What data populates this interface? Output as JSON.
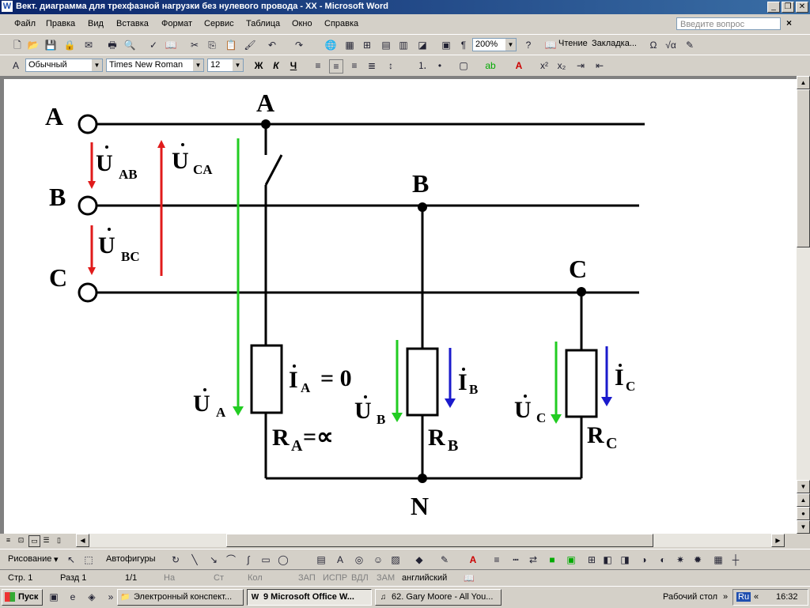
{
  "window": {
    "title": "Вект. диаграмма для трехфазной нагрузки без нулевого провода - XX - Microsoft Word"
  },
  "menu": [
    "Файл",
    "Правка",
    "Вид",
    "Вставка",
    "Формат",
    "Сервис",
    "Таблица",
    "Окно",
    "Справка"
  ],
  "ask_placeholder": "Введите вопрос",
  "standard_toolbar": {
    "zoom": "200%",
    "read_label": "Чтение",
    "bookmark_label": "Закладка..."
  },
  "format_toolbar": {
    "style": "Обычный",
    "font": "Times New Roman",
    "size": "12",
    "bold": "Ж",
    "italic": "К",
    "underline": "Ч"
  },
  "diagram": {
    "line_labels": [
      "A",
      "B",
      "C"
    ],
    "node_labels": [
      "A",
      "B",
      "C",
      "N"
    ],
    "voltages": {
      "ab": {
        "main": "U",
        "sub": "AB"
      },
      "bc": {
        "main": "U",
        "sub": "BC"
      },
      "ca": {
        "main": "U",
        "sub": "CA"
      },
      "a": {
        "main": "U",
        "sub": "A"
      },
      "b": {
        "main": "U",
        "sub": "B"
      },
      "c": {
        "main": "U",
        "sub": "C"
      }
    },
    "currents": {
      "a": {
        "main": "I",
        "sub": "A",
        "suffix": "= 0"
      },
      "b": {
        "main": "I",
        "sub": "B"
      },
      "c": {
        "main": "I",
        "sub": "C"
      }
    },
    "resistors": {
      "a": {
        "main": "R",
        "sub": "A",
        "suffix": "=∝"
      },
      "b": {
        "main": "R",
        "sub": "B"
      },
      "c": {
        "main": "R",
        "sub": "C"
      }
    }
  },
  "drawing_toolbar": {
    "draw_label": "Рисование",
    "autoshapes_label": "Автофигуры"
  },
  "status": {
    "page": "Стр. 1",
    "section": "Разд 1",
    "pages": "1/1",
    "at": "На",
    "ln": "Ст",
    "col": "Кол",
    "rec": "ЗАП",
    "trk": "ИСПР",
    "ext": "ВДЛ",
    "ovr": "ЗАМ",
    "lang": "английский"
  },
  "taskbar": {
    "start": "Пуск",
    "tasks": [
      "Электронный конспект...",
      "9 Microsoft Office W...",
      "62. Gary Moore - All You..."
    ],
    "desktop": "Рабочий стол",
    "lang": "Ru",
    "time": "16:32"
  },
  "colors": {
    "red": "#e01b1b",
    "green": "#22cc22",
    "blue": "#1a1acc",
    "title": "#0a246a"
  }
}
